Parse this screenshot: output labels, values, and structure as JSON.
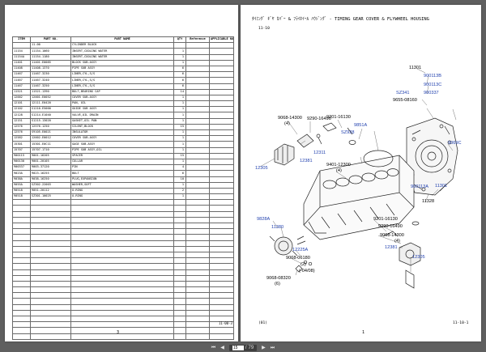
{
  "left_page": {
    "headers": {
      "item": "ITEM",
      "part_no": "PART NO.",
      "part_name": "PART NAME",
      "qty": "QTY",
      "reference": "Reference",
      "applicable": "APPLICABLE NO."
    },
    "rows": [
      {
        "item": "",
        "part_no": "11-00",
        "name": "CYLINDER BLOCK",
        "qty": "",
        "ref": "",
        "app": ""
      },
      {
        "item": "11154",
        "part_no": "11154-1060",
        "name": "INSERT,COOLING WATER",
        "qty": "1",
        "ref": "",
        "app": ""
      },
      {
        "item": "11154A",
        "part_no": "11154-1180",
        "name": "INSERT,COOLING WATER",
        "qty": "1",
        "ref": "",
        "app": ""
      },
      {
        "item": "11401",
        "part_no": "11401-E0085",
        "name": "BLOCK SUB-ASSY",
        "qty": "1",
        "ref": "",
        "app": ""
      },
      {
        "item": "11408",
        "part_no": "11408-1370",
        "name": "PIPE SUB ASSY",
        "qty": "6",
        "ref": "",
        "app": ""
      },
      {
        "item": "11467",
        "part_no": "11467-3230",
        "name": "LINER,CYL,S/S",
        "qty": "6",
        "ref": "",
        "app": ""
      },
      {
        "item": "11467",
        "part_no": "11467-3240",
        "name": "LINER,CYL,S/S",
        "qty": "6",
        "ref": "",
        "app": ""
      },
      {
        "item": "11467",
        "part_no": "11467-3250",
        "name": "LINER,CYL,S/S",
        "qty": "6",
        "ref": "",
        "app": ""
      },
      {
        "item": "11521",
        "part_no": "11521-1390",
        "name": "BOLT,BEARING CAP",
        "qty": "14",
        "ref": "",
        "app": ""
      },
      {
        "item": "12002",
        "part_no": "12001-E0052",
        "name": "COVER SUB-ASSY",
        "qty": "1",
        "ref": "",
        "app": ""
      },
      {
        "item": "12101",
        "part_no": "12111-E0420",
        "name": "PAN, OIL",
        "qty": "1",
        "ref": "",
        "app": ""
      },
      {
        "item": "12102",
        "part_no": "S1210-E5000",
        "name": "GUIDE SUB ASSY",
        "qty": "1",
        "ref": "",
        "app": ""
      },
      {
        "item": "12128",
        "part_no": "S1214-E1040",
        "name": "VALVE,OIL DRAIN",
        "qty": "1",
        "ref": "",
        "app": ""
      },
      {
        "item": "12151",
        "part_no": "S1215-13020",
        "name": "GASKET,OIL PAN",
        "qty": "1",
        "ref": "",
        "app": ""
      },
      {
        "item": "12576",
        "part_no": "12576-1250",
        "name": "SILENT,BLOCK",
        "qty": "15",
        "ref": "",
        "app": ""
      },
      {
        "item": "12576",
        "part_no": "S9105-E0021",
        "name": "INSULATOR",
        "qty": "1",
        "ref": "",
        "app": ""
      },
      {
        "item": "12582",
        "part_no": "12002-E0012",
        "name": "COVER SUB-ASSY",
        "qty": "1",
        "ref": "",
        "app": ""
      },
      {
        "item": "15301",
        "part_no": "15301-E0C11",
        "name": "GAGE SUB-ASSY",
        "qty": "1",
        "ref": "",
        "app": ""
      },
      {
        "item": "15707",
        "part_no": "15707-1710",
        "name": "PIPE SUB ASSY,OIL",
        "qty": "1",
        "ref": "",
        "app": ""
      },
      {
        "item": "900115",
        "part_no": "9001-16205",
        "name": "SPACER",
        "qty": "15",
        "ref": "",
        "app": ""
      },
      {
        "item": "900130",
        "part_no": "9001-20105",
        "name": "COLLAR",
        "qty": "1",
        "ref": "",
        "app": ""
      },
      {
        "item": "900337",
        "part_no": "9003-37120",
        "name": "PIN",
        "qty": "4",
        "ref": "",
        "app": ""
      },
      {
        "item": "9023A",
        "part_no": "9023-16255",
        "name": "BOLT",
        "qty": "6",
        "ref": "",
        "app": ""
      },
      {
        "item": "9038A",
        "part_no": "9038-16250",
        "name": "PLUG,EXPANSION",
        "qty": "10",
        "ref": "",
        "app": ""
      },
      {
        "item": "9055A",
        "part_no": "SZ302-22003",
        "name": "WASHER,SOFT",
        "qty": "1",
        "ref": "",
        "app": ""
      },
      {
        "item": "90518",
        "part_no": "9051-20112",
        "name": "O-RING",
        "qty": "2",
        "ref": "",
        "app": ""
      },
      {
        "item": "90518",
        "part_no": "SZ301-10025",
        "name": "O-RING",
        "qty": "1",
        "ref": "",
        "app": ""
      }
    ],
    "page_number": "3",
    "footer_code": "11-00-3"
  },
  "right_page": {
    "title": "ﾀｲﾐﾝｸﾞ ｷﾞﾔ ｶﾊﾞｰ & ﾌﾗｲﾎｲｰﾙ ﾊｳｼﾞﾝｸﾞ - TIMING GEAR COVER & FLYWHEEL HOUSING",
    "section_code": "11-10",
    "footer_left": "(01)",
    "page_number": "1",
    "footer_code": "11-10-1",
    "labels": {
      "l_11301a": "11301",
      "l_900113b": "900113B",
      "l_900113c": "900113C",
      "l_sz341": "SZ341",
      "l_900337": "900337",
      "l_9655": "9655-08160",
      "l_9068_14300": "9068-14300",
      "l_qty4a": "(4)",
      "l_9290_16490": "9290-16490",
      "l_9201_16130a": "9201-16130",
      "l_9851a": "9851A",
      "l_sz928": "SZ928",
      "l_9069c": "9069C",
      "l_12311": "12311",
      "l_12381": "12381",
      "l_12305a": "12305",
      "l_9401_12300": "9401-12300",
      "l_qty4b": "(4)",
      "l_900113a": "900113A",
      "l_11301b": "11301",
      "l_11328": "11328",
      "l_9828a": "9828A",
      "l_11380": "11380",
      "l_9201_16130b": "9201-16130",
      "l_9290_16490b": "9290-16490",
      "l_9068_14300b": "9068-14300",
      "l_qty4c": "(4)",
      "l_12225a": "12225A",
      "l_12381b": "12381",
      "l_9068_06180": "9068-06180",
      "l_qty2": "(2)",
      "l_date": "(-04/08)",
      "l_12305b": "12305",
      "l_9068_08320": "9068-08320",
      "l_qty6": "(6)"
    }
  },
  "toolbar": {
    "first": "⏮",
    "prev": "◀",
    "page_current": "15",
    "page_sep": "/",
    "page_total": "79",
    "next": "▶",
    "last": "⏭"
  }
}
